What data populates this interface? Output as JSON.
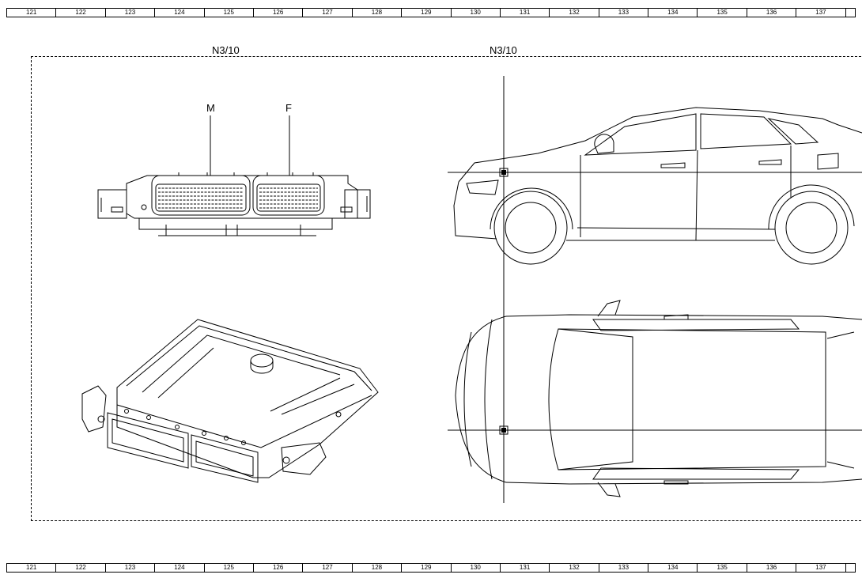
{
  "ruler": {
    "cells": [
      "121",
      "122",
      "123",
      "124",
      "125",
      "126",
      "127",
      "128",
      "129",
      "130",
      "131",
      "132",
      "133",
      "134",
      "135",
      "136",
      "137",
      ""
    ]
  },
  "labels": {
    "component_left": "N3/10",
    "component_right": "N3/10",
    "connector_m": "M",
    "connector_f": "F"
  }
}
